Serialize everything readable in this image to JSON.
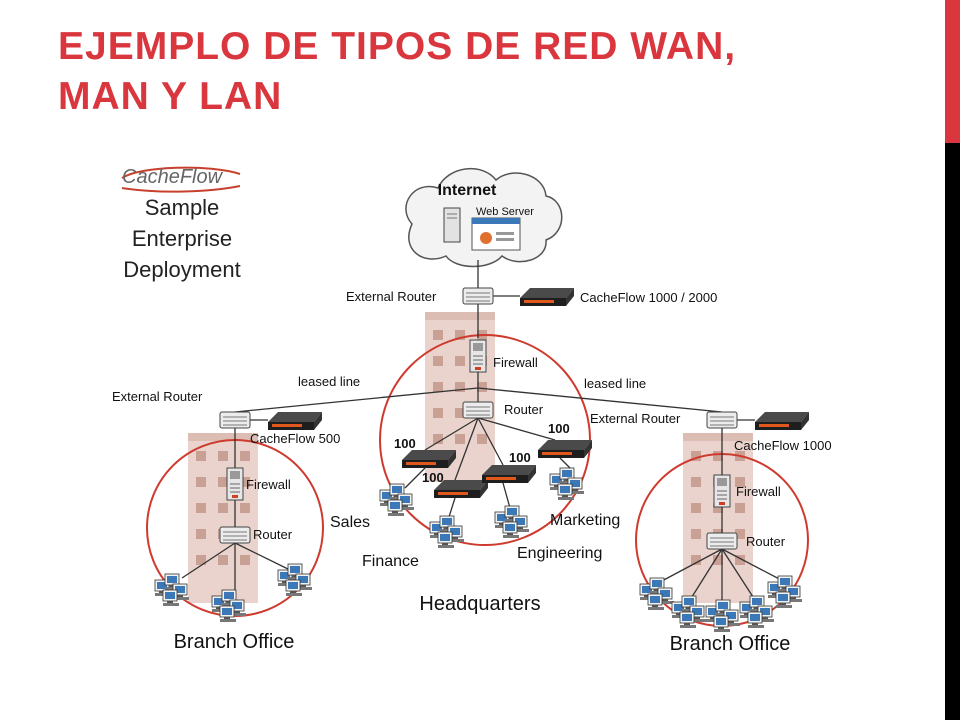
{
  "slide": {
    "title_line1": "EJEMPLO DE TIPOS DE RED WAN,",
    "title_line2": "MAN Y LAN"
  },
  "diagram": {
    "logo_text": "CacheFlow",
    "caption": [
      "Sample",
      "Enterprise",
      "Deployment"
    ],
    "internet": {
      "label": "Internet",
      "server_label": "Web Server"
    },
    "hq": {
      "external_router_label": "External Router",
      "cacheflow_label": "CacheFlow 1000 / 2000",
      "firewall_label": "Firewall",
      "router_label": "Router",
      "title": "Headquarters",
      "links": [
        "100",
        "100",
        "100",
        "100"
      ],
      "departments": [
        "Sales",
        "Finance",
        "Engineering",
        "Marketing"
      ]
    },
    "leased_line_left": "leased line",
    "leased_line_right": "leased line",
    "branch_left": {
      "external_router_label": "External Router",
      "cacheflow_label": "CacheFlow 500",
      "firewall_label": "Firewall",
      "router_label": "Router",
      "title": "Branch Office"
    },
    "branch_right": {
      "external_router_label": "External Router",
      "cacheflow_label": "CacheFlow 1000",
      "firewall_label": "Firewall",
      "router_label": "Router",
      "title": "Branch Office"
    }
  },
  "colors": {
    "title": "#d9363e",
    "accent_bar": "#d9363e",
    "ring": "#cf3a2e",
    "building": "#e7cfc8",
    "device_body": "#2b2b2b",
    "device_stripe": "#e0581b"
  }
}
